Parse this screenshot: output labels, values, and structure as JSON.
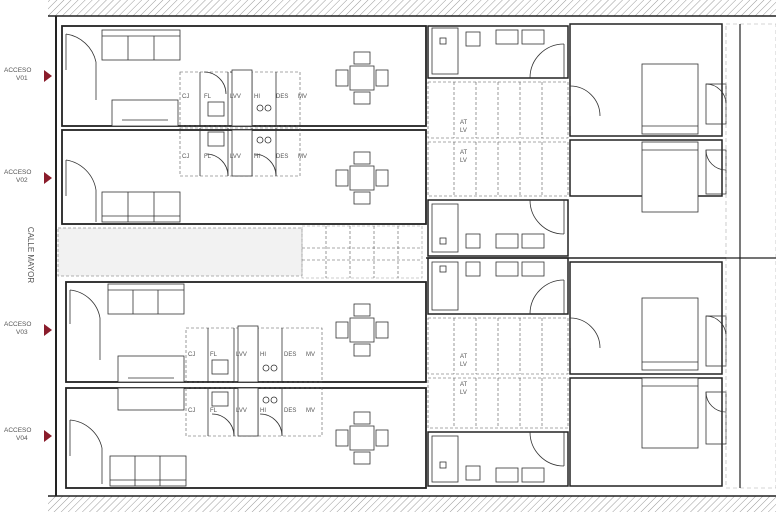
{
  "street": {
    "label": "CALLE MAYOR"
  },
  "accesses": [
    {
      "line1": "ACCESO",
      "line2": "V01"
    },
    {
      "line1": "ACCESO",
      "line2": "V02"
    },
    {
      "line1": "ACCESO",
      "line2": "V03"
    },
    {
      "line1": "ACCESO",
      "line2": "V04"
    }
  ],
  "kitchen_codes": [
    "CJ",
    "FL",
    "LVV",
    "HI",
    "DES",
    "MV"
  ],
  "lv_code": "LV",
  "at_code": "AT",
  "colors": {
    "access_marker": "#8a1c2b",
    "wall": "#222222",
    "hatch": "#9a9a9a"
  }
}
